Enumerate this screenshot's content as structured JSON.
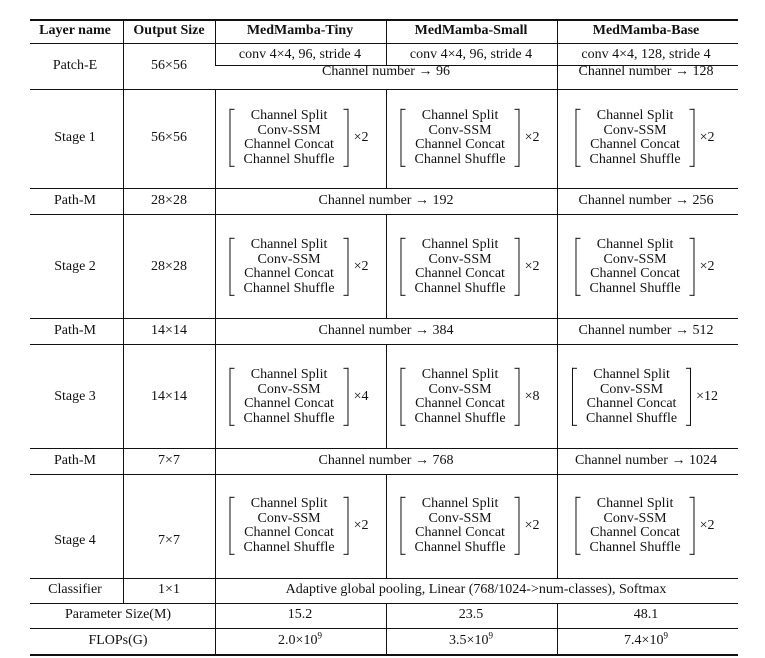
{
  "header": {
    "layer_name": "Layer name",
    "output_size": "Output Size",
    "tiny": "MedMamba-Tiny",
    "small": "MedMamba-Small",
    "base": "MedMamba-Base"
  },
  "block_lines": [
    "Channel Split",
    "Conv-SSM",
    "Channel Concat",
    "Channel Shuffle"
  ],
  "patch_e": {
    "name": "Patch-E",
    "size": "56×56",
    "tiny_conv": "conv 4×4, 96, stride 4",
    "small_conv": "conv 4×4, 96, stride 4",
    "base_conv": "conv 4×4, 128, stride 4",
    "ts_channels": "Channel number → 96",
    "base_channels": "Channel number → 128"
  },
  "stage1": {
    "name": "Stage 1",
    "size": "56×56",
    "tiny_rep": "×2",
    "small_rep": "×2",
    "base_rep": "×2"
  },
  "path_m1": {
    "name": "Path-M",
    "size": "28×28",
    "ts_channels": "Channel number → 192",
    "base_channels": "Channel number → 256"
  },
  "stage2": {
    "name": "Stage 2",
    "size": "28×28",
    "tiny_rep": "×2",
    "small_rep": "×2",
    "base_rep": "×2"
  },
  "path_m2": {
    "name": "Path-M",
    "size": "14×14",
    "ts_channels": "Channel number → 384",
    "base_channels": "Channel number → 512"
  },
  "stage3": {
    "name": "Stage 3",
    "size": "14×14",
    "tiny_rep": "×4",
    "small_rep": "×8",
    "base_rep": "×12"
  },
  "path_m3": {
    "name": "Path-M",
    "size": "7×7",
    "ts_channels": "Channel number → 768",
    "base_channels": "Channel number → 1024"
  },
  "stage4": {
    "name": "Stage 4",
    "size": "7×7",
    "tiny_rep": "×2",
    "small_rep": "×2",
    "base_rep": "×2"
  },
  "classifier": {
    "name": "Classifier",
    "size": "1×1",
    "desc": "Adaptive global pooling, Linear (768/1024->num-classes), Softmax"
  },
  "params": {
    "label": "Parameter Size(M)",
    "tiny": "15.2",
    "small": "23.5",
    "base": "48.1"
  },
  "flops": {
    "label": "FLOPs(G)",
    "tiny_mant": "2.0×10",
    "small_mant": "3.5×10",
    "base_mant": "7.4×10",
    "exp_tiny": "9",
    "exp_small": "9",
    "exp_base": "9"
  }
}
